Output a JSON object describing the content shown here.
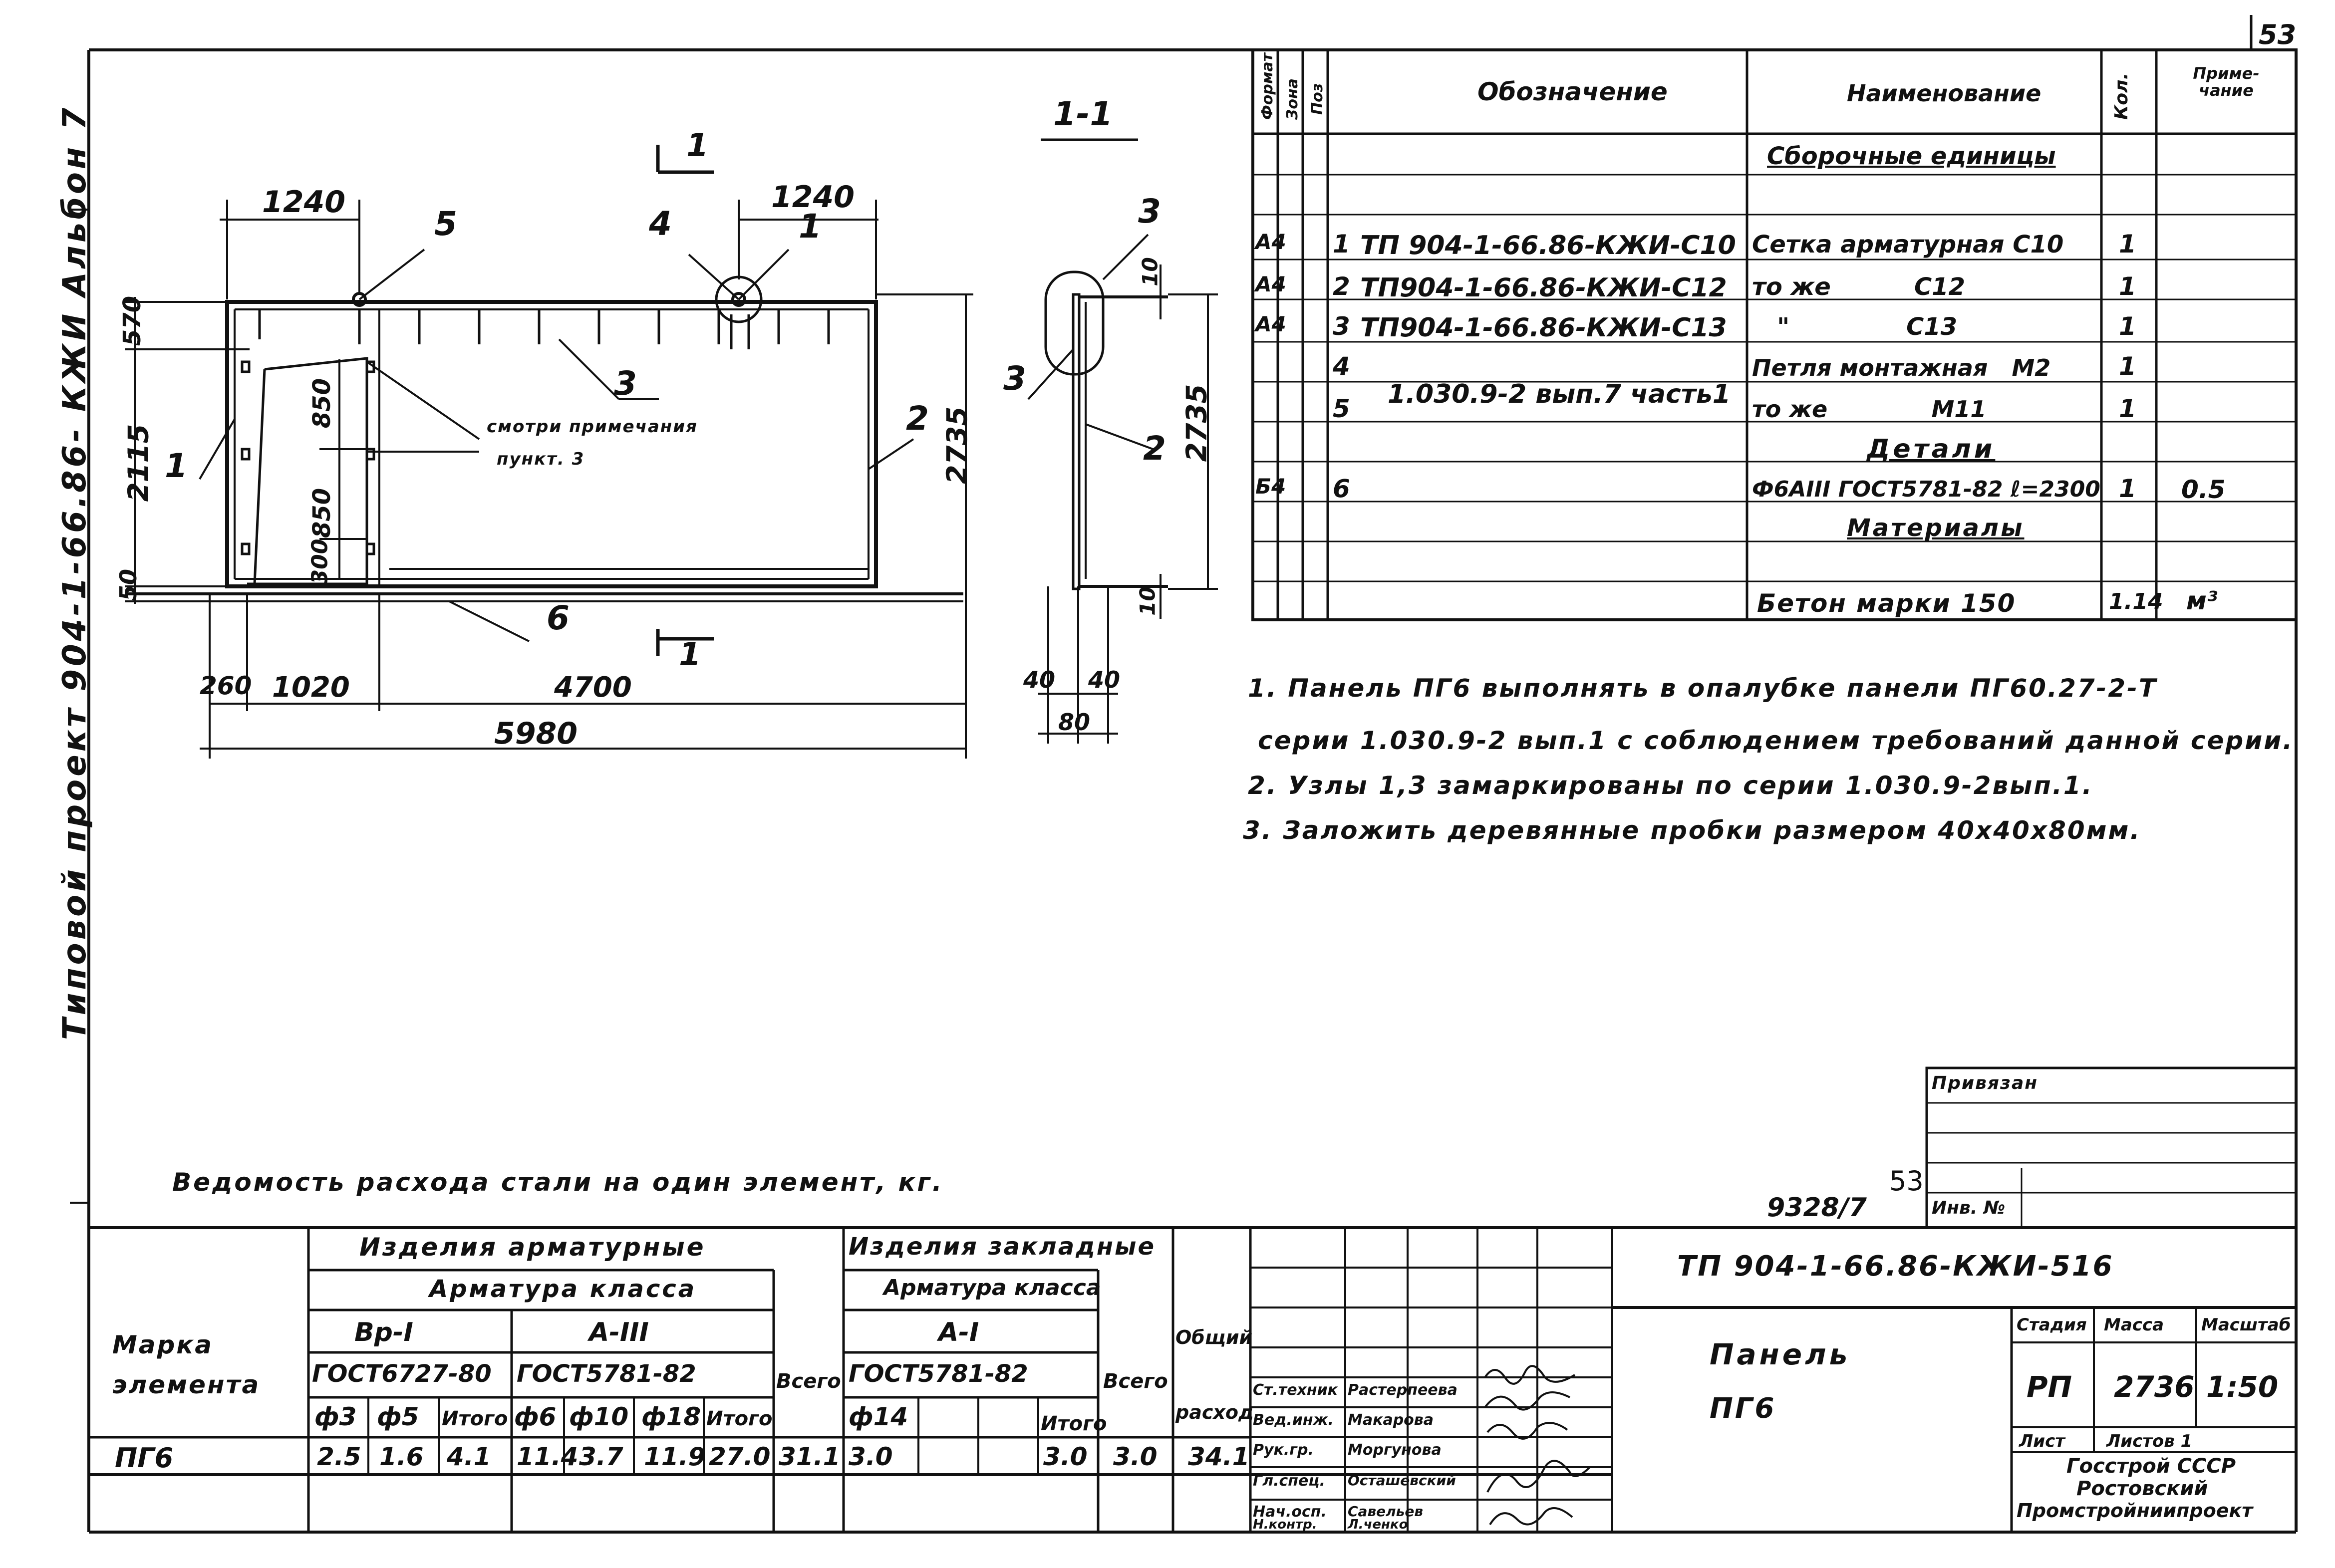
{
  "sheet_number": "53",
  "side_title": "Типовой проект 904-1-66.86- КЖИ Альбон 7",
  "section_label": "1-1",
  "section_mark": "1",
  "front_view": {
    "dims_top_left": "1240",
    "dims_top_right": "1240",
    "dims_left": [
      "570",
      "2115",
      "50"
    ],
    "dims_inner": [
      "850",
      "850",
      "300"
    ],
    "dim_right": "2735",
    "dims_bottom_row1": [
      "260",
      "1020",
      "4700"
    ],
    "dim_bottom_total": "5980",
    "callouts": [
      "1",
      "2",
      "3",
      "4",
      "5",
      "6"
    ],
    "note_text_line1": "смотри примечания",
    "note_text_line2": "пункт. 3"
  },
  "section_view": {
    "dim_top": "10",
    "dim_height": "2735",
    "dim_bottom": "10",
    "dims_bottom": [
      "40",
      "40",
      "80"
    ],
    "callouts": [
      "3",
      "3",
      "2"
    ]
  },
  "spec_table": {
    "headers": {
      "format": "Формат",
      "zone": "Зона",
      "pos": "Поз",
      "designation": "Обозначение",
      "name": "Наименование",
      "qty": "Кол.",
      "note": "Приме-чание"
    },
    "section_assemblies": "Сборочные единицы",
    "section_details": "Детали",
    "section_materials": "Материалы",
    "rows": [
      {
        "format": "А4",
        "pos": "1",
        "designation": "ТП 904-1-66.86-КЖИ-С10",
        "name": "Сетка арматурная С10",
        "qty": "1",
        "note": ""
      },
      {
        "format": "А4",
        "pos": "2",
        "designation": "ТП904-1-66.86-КЖИ-С12",
        "name": "то же          С12",
        "qty": "1",
        "note": ""
      },
      {
        "format": "А4",
        "pos": "3",
        "designation": "ТП904-1-66.86-КЖИ-С13",
        "name": "   \"              С13",
        "qty": "1",
        "note": ""
      },
      {
        "format": "",
        "pos": "4",
        "designation": "1.030.9-2 вып.7 часть1",
        "name": "Петля монтажная   М2",
        "qty": "1",
        "note": ""
      },
      {
        "format": "",
        "pos": "5",
        "designation": "",
        "name": "то же             М11",
        "qty": "1",
        "note": ""
      }
    ],
    "detail_row": {
      "format": "Б4",
      "pos": "6",
      "name": "Ф6АIII ГОСТ5781-82 ℓ=2300",
      "qty": "1",
      "note": "0.5"
    },
    "material_row": {
      "name": "Бетон марки 150",
      "qty": "1.14",
      "note": "м³"
    }
  },
  "notes": [
    "1. Панель ПГ6 выполнять в опалубке панели ПГ60.27-2-Т",
    "серии 1.030.9-2 вып.1 с соблюдением требований данной серии.",
    "2. Узлы 1,3 замаркированы по серии 1.030.9-2вып.1.",
    "3. Заложить деревянные пробки размером 40х40х80мм."
  ],
  "steel_title": "Ведомость расхода стали на один элемент, кг.",
  "steel_table": {
    "mark_header": "Марка элемента",
    "group1": "Изделия арматурные",
    "group1_sub": "Арматура класса",
    "class1": "Вр-I",
    "class2": "А-III",
    "gost1": "ГОСТ6727-80",
    "gost2": "ГОСТ5781-82",
    "group2": "Изделия закладные",
    "group2_sub": "Арматура класса",
    "class3": "А-I",
    "gost3": "ГОСТ5781-82",
    "total_header": "Всего",
    "general_header": "Общий расход",
    "col_heads": [
      "ф3",
      "ф5",
      "Итого",
      "ф6",
      "ф10",
      "ф18",
      "Итого",
      "ф14",
      "Итого"
    ],
    "row": {
      "mark": "ПГ6",
      "v": [
        "2.5",
        "1.6",
        "4.1",
        "11.4",
        "3.7",
        "11.9",
        "27.0",
        "31.1",
        "3.0",
        "3.0",
        "3.0",
        "34.1"
      ]
    }
  },
  "title_block": {
    "attached": "Привязан",
    "inv_no": "Инв. №",
    "archive_no": "9328/7",
    "archive_sheet": "53",
    "code": "ТП 904-1-66.86-КЖИ-516",
    "name_line1": "Панель",
    "name_line2": "ПГ6",
    "stage_h": "Стадия",
    "mass_h": "Масса",
    "scale_h": "Масштаб",
    "stage": "РП",
    "mass": "2736",
    "scale": "1:50",
    "sheet_h": "Лист",
    "sheets_h": "Листов 1",
    "org": [
      "Госстрой СССР",
      "Ростовский",
      "Промстройниипроект"
    ],
    "roles": [
      "Ст.техник",
      "Вед.инж.",
      "Рук.гр.",
      "Гл.спец.",
      "Нач.осп.",
      "Н.контр."
    ],
    "names": [
      "Растерпеева",
      "Макарова",
      "Моргунова",
      "Осташевский",
      "Савельев",
      "Л.ченко"
    ]
  }
}
